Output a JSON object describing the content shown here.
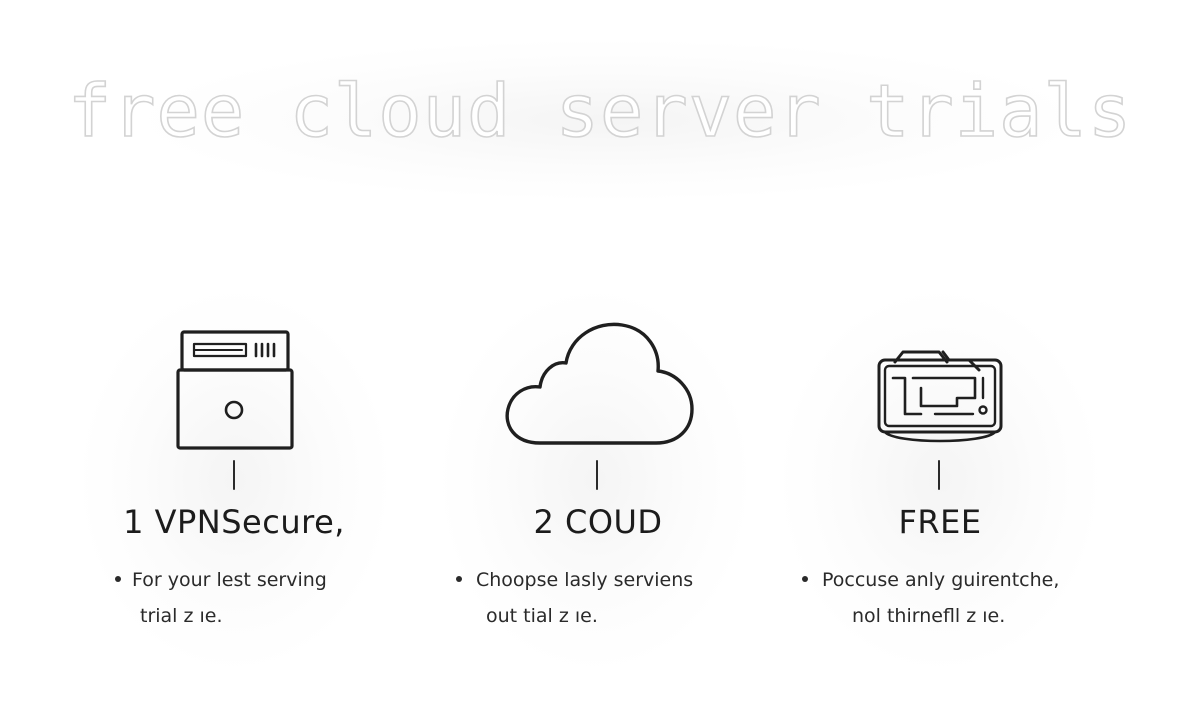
{
  "title": "free cloud server trials",
  "columns": [
    {
      "icon": "server-icon",
      "heading": "1 VPNSecure,",
      "lines": [
        "For your lest serving",
        "trial z ıe."
      ]
    },
    {
      "icon": "cloud-icon",
      "heading": "2 COUD",
      "lines": [
        "Choopse lasly serviens",
        "out tial z ıe."
      ]
    },
    {
      "icon": "storage-drive-icon",
      "heading": "FREE",
      "lines": [
        "Poccuse anly guirentche,",
        "nol thirnefll z ıe."
      ]
    }
  ],
  "colors": {
    "ink": "#1f1f1f",
    "title_outline": "#d3d3d3",
    "background": "#ffffff"
  }
}
